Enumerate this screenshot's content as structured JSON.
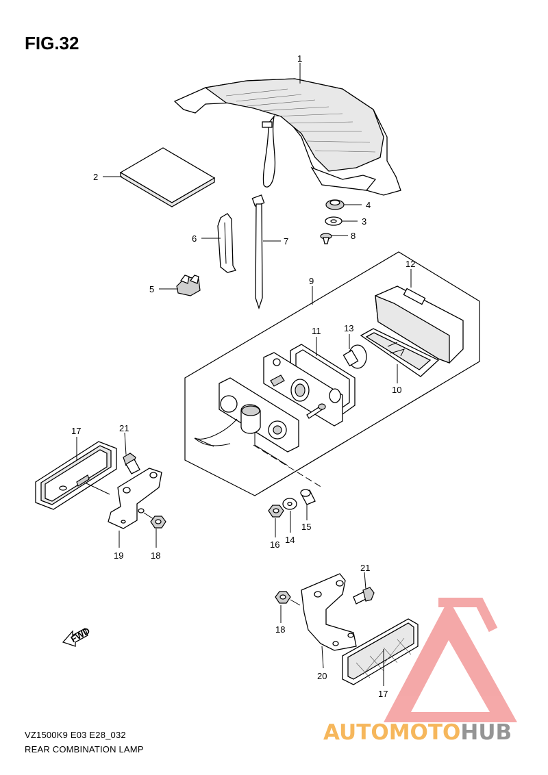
{
  "figure": {
    "title": "FIG.32",
    "model_code": "VZ1500K9 E03 E28_032",
    "section_name": "REAR COMBINATION LAMP"
  },
  "direction_arrow": {
    "label": "FWD"
  },
  "watermark": {
    "brand_part1": "AUTOMOTO",
    "brand_part2": "HUB",
    "colors": {
      "triangle": "#f39a9a",
      "brand_orange": "#f6b04b",
      "brand_red": "#ef7d7d",
      "brand_grey": "#8a8a8a"
    }
  },
  "callouts": {
    "c1": "1",
    "c2": "2",
    "c3": "3",
    "c4": "4",
    "c5": "5",
    "c6": "6",
    "c7": "7",
    "c8": "8",
    "c9": "9",
    "c10": "10",
    "c11": "11",
    "c12": "12",
    "c13": "13",
    "c14": "14",
    "c15": "15",
    "c16": "16",
    "c17a": "17",
    "c17b": "17",
    "c18a": "18",
    "c18b": "18",
    "c19": "19",
    "c20": "20",
    "c21a": "21",
    "c21b": "21"
  }
}
